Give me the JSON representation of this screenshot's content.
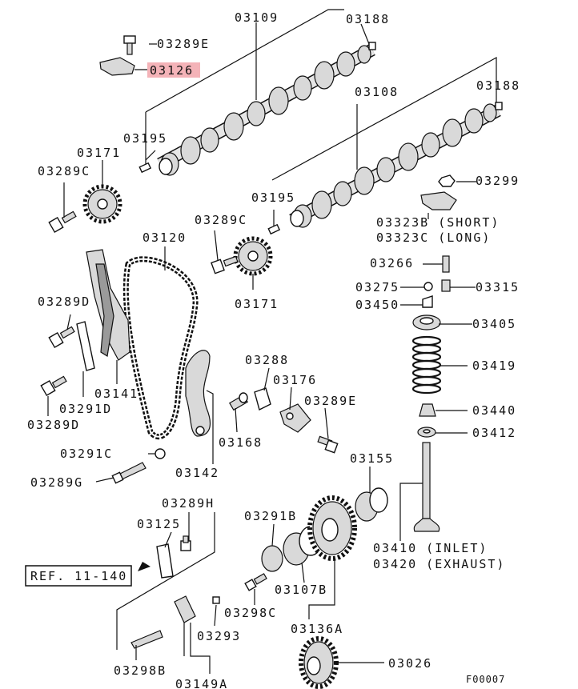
{
  "labels": {
    "p03109": "03109",
    "p03188_top": "03188",
    "p03289E_top": "03289E",
    "p03126": "03126",
    "p03188_right": "03188",
    "p03108": "03108",
    "p03195_top": "03195",
    "p03171_top": "03171",
    "p03289C_left": "03289C",
    "p03299": "03299",
    "p03195_mid": "03195",
    "p03323B": "03323B (SHORT)",
    "p03323C": "03323C (LONG)",
    "p03289C_mid": "03289C",
    "p03120": "03120",
    "p03266": "03266",
    "p03275": "03275",
    "p03315": "03315",
    "p03171_mid": "03171",
    "p03450": "03450",
    "p03289D_top": "03289D",
    "p03405": "03405",
    "p03288": "03288",
    "p03419": "03419",
    "p03176": "03176",
    "p03141": "03141",
    "p03291D": "03291D",
    "p03289E_mid": "03289E",
    "p03440": "03440",
    "p03289D_bottom": "03289D",
    "p03168": "03168",
    "p03412": "03412",
    "p03291C": "03291C",
    "p03142": "03142",
    "p03155": "03155",
    "p03289G": "03289G",
    "p03289H": "03289H",
    "p03125": "03125",
    "p03291B": "03291B",
    "p03410": "03410 (INLET)",
    "p03420": "03420 (EXHAUST)",
    "ref": "REF. 11-140",
    "p03107B": "03107B",
    "p03298C": "03298C",
    "p03136A": "03136A",
    "p03293": "03293",
    "p03026": "03026",
    "p03298B": "03298B",
    "p03149A": "03149A",
    "figure_code": "F00007"
  },
  "highlight_color": "#f4b3b8"
}
